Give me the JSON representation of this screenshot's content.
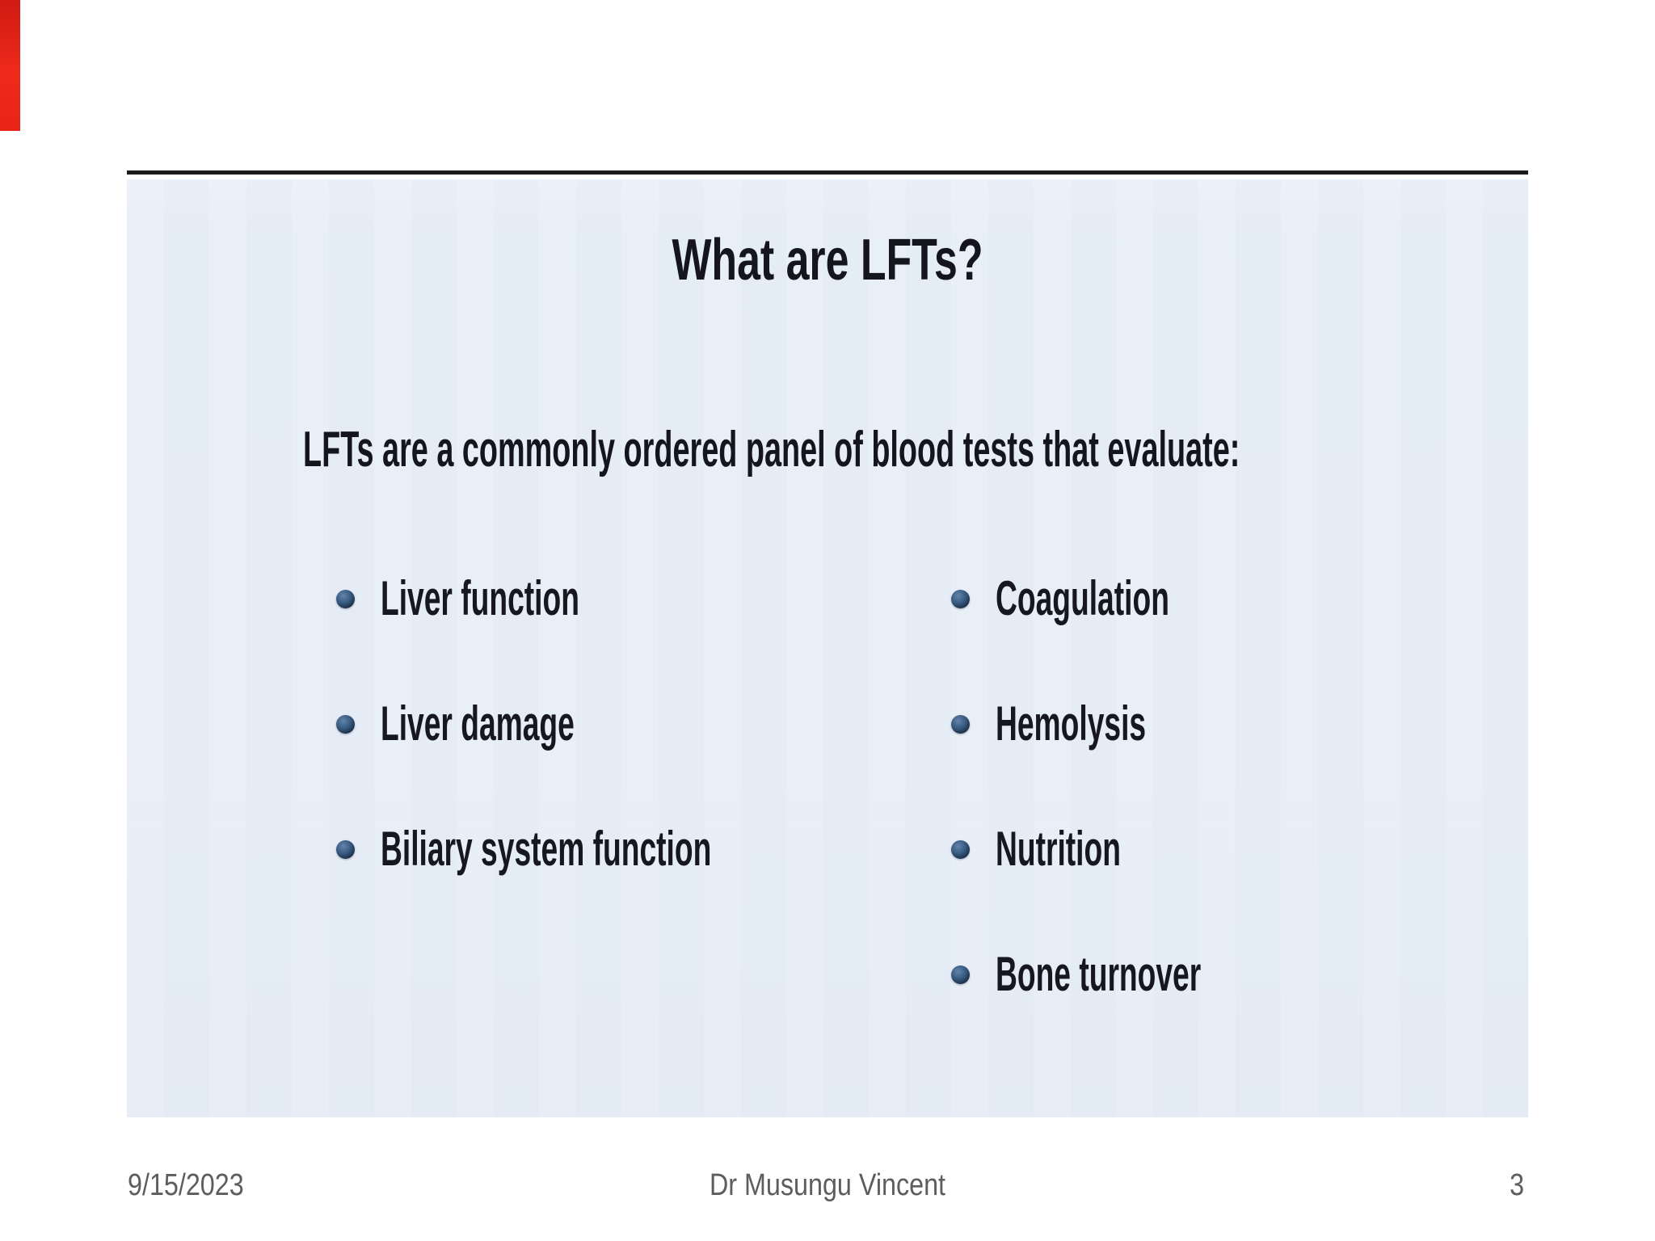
{
  "red_bar": {
    "color": "#e02015"
  },
  "slide": {
    "title": "What are LFTs?",
    "intro": "LFTs are a commonly ordered panel of blood tests that evaluate:",
    "bullets": {
      "left": [
        "Liver function",
        "Liver damage",
        "Biliary system function"
      ],
      "right": [
        "Coagulation",
        "Hemolysis",
        "Nutrition",
        "Bone turnover"
      ]
    },
    "colors": {
      "background": "#e8eef7",
      "text": "#15151d",
      "bullet_dot": "#36597f",
      "top_border": "#1b1b1b"
    }
  },
  "footer": {
    "date": "9/15/2023",
    "author": "Dr Musungu Vincent",
    "page_number": "3",
    "text_color": "#5d5d5d"
  }
}
